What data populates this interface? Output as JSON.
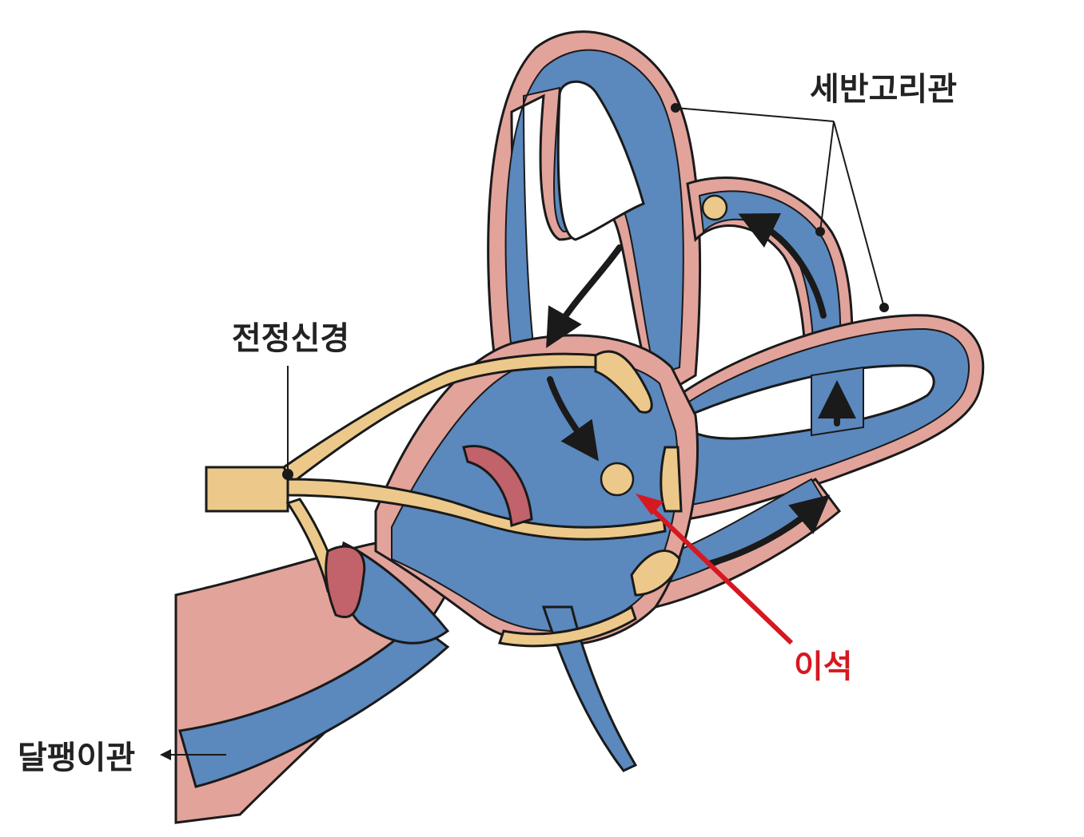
{
  "labels": {
    "semicircular_canals": "세반고리관",
    "vestibular_nerve": "전정신경",
    "otolith": "이석",
    "cochlea": "달팽이관"
  },
  "colors": {
    "fluid_blue": "#5b88bd",
    "wall_pink": "#e2a39b",
    "nerve_tan": "#ecc98a",
    "hair_cell_red": "#c2626b",
    "outline": "#1a1a1a",
    "highlight_red": "#d61820",
    "label_text": "#222222"
  }
}
